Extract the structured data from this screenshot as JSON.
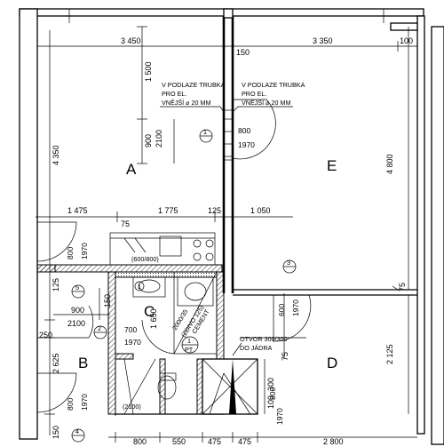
{
  "rooms": {
    "a": "A",
    "b": "B",
    "c": "C",
    "d": "D",
    "e": "E"
  },
  "dims": {
    "top_a": "3 450",
    "top_e": "3 350",
    "top_100": "100",
    "left_4350": "4 350",
    "left_125": "125",
    "left_250": "250",
    "left_2625": "2 625",
    "left_150": "150",
    "mid_1475": "1 475",
    "mid_1775": "1 775",
    "mid_125": "125",
    "mid_75": "75",
    "mid_1050": "1 050",
    "v_1500": "1 500",
    "v_2100": "2100",
    "v_900": "900",
    "v_4800": "4 800",
    "v_75": "75",
    "v_2125": "2 125",
    "w150": "150",
    "d_900": "900",
    "d_2100": "2100",
    "d_150": "150",
    "d_1650": "1 650",
    "bot_800": "800",
    "bot_550": "550",
    "bot_475a": "475",
    "bot_475b": "475",
    "bot_2800": "2 800",
    "sh_75": "75",
    "sh_100": "100",
    "sh_300": "300"
  },
  "doors": {
    "d1_w": "800",
    "d1_h": "1970",
    "d2_w": "700",
    "d2_h": "1970",
    "d3_w": "800",
    "d3_h": "1970",
    "d4_w": "600",
    "d4_h": "1970",
    "d5_w": "800",
    "d5_h": "1970",
    "d6_w": "800",
    "d6_h": "1970"
  },
  "notes": {
    "pipe_l1": "V PODLAZE TRUBKA",
    "pipe_l2": "PRO EL.",
    "pipe_l3": "VNĚJŠÍ ⌀ 20 MM",
    "pipe_r1": "V PODLAZE TRUBKA",
    "pipe_r2": "PRO EL.",
    "pipe_r3": "VNĚJŠÍ ⌀ 20 MM",
    "kitchen": "(600/800)",
    "bath": "(2100)",
    "diag1": "2000/35",
    "diag2": "(ZDIVO 125)",
    "diag3": "CEMENT",
    "otvor1": "OTVOR 300/300",
    "otvor2": "DO JÁDRA",
    "pt_top": "1",
    "pt_bot": "PT"
  },
  "markers": {
    "m1": "1",
    "m2": "2",
    "m3": "3",
    "m4": "4",
    "m5": "5",
    "m1b": "1"
  }
}
